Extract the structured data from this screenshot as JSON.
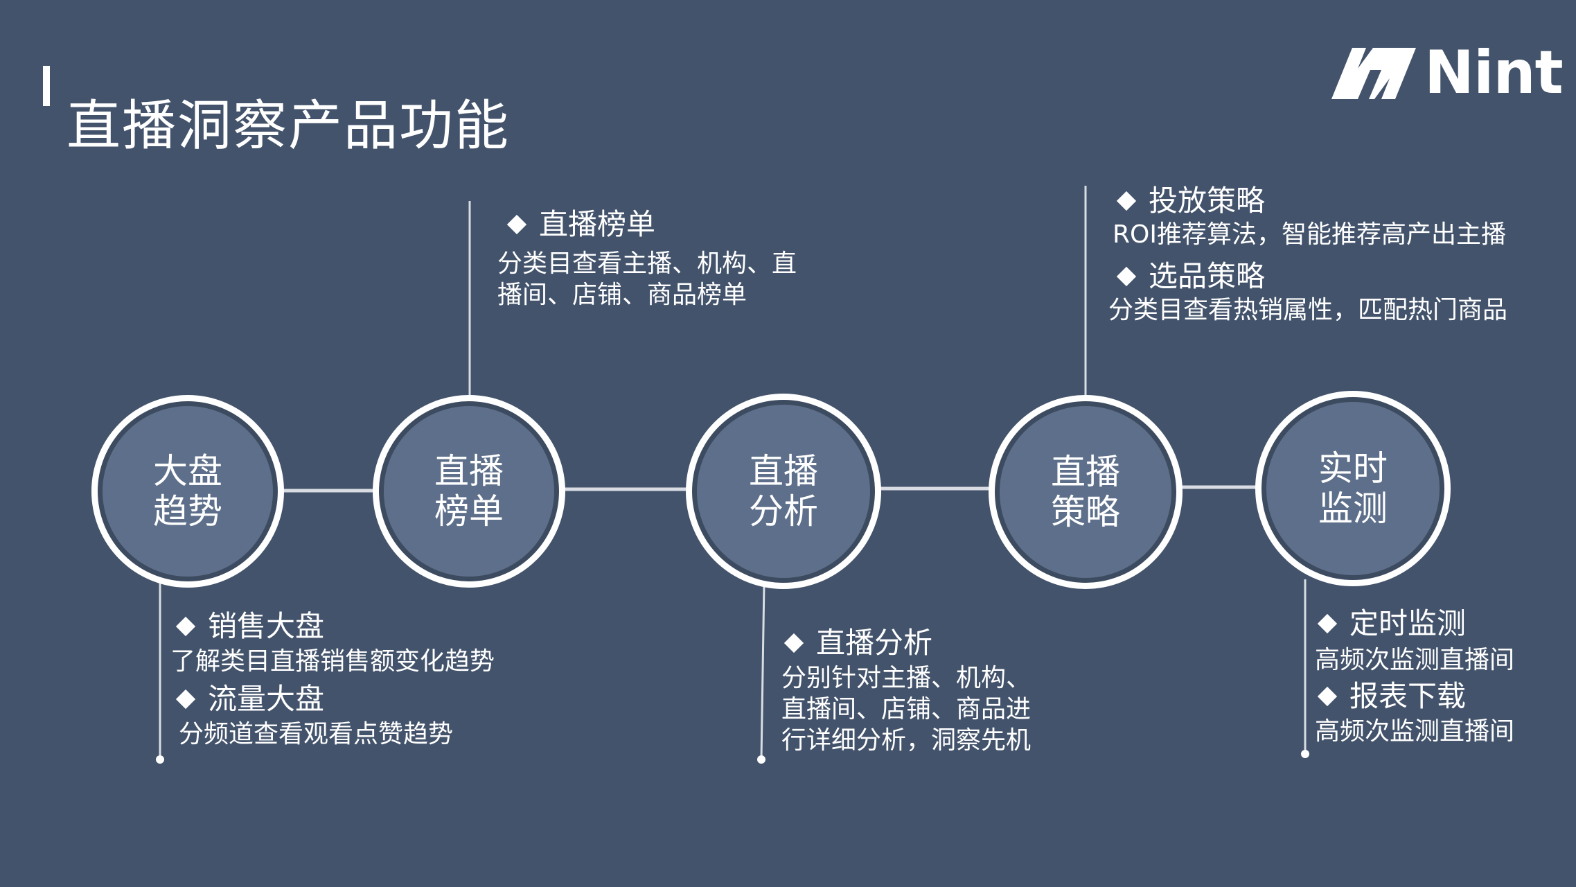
{
  "page": {
    "title": "直播洞察产品功能"
  },
  "logo": {
    "text": "Nint",
    "icon": "nint-logo-icon"
  },
  "colors": {
    "background": "#43536b",
    "node_fill": "#5d6f8a",
    "accent": "#ffffff"
  },
  "nodes": [
    {
      "label": "大盘趋势"
    },
    {
      "label": "直播榜单"
    },
    {
      "label": "直播分析"
    },
    {
      "label": "直播策略"
    },
    {
      "label": "实时监测"
    }
  ],
  "callouts": {
    "dapan": {
      "items": [
        {
          "heading": "销售大盘",
          "lines": [
            "了解类目直播销售额变化趋势"
          ]
        },
        {
          "heading": "流量大盘",
          "lines": [
            "分频道查看观看点赞趋势"
          ]
        }
      ]
    },
    "bangdan": {
      "items": [
        {
          "heading": "直播榜单",
          "lines": [
            "分类目查看主播、机构、直",
            "播间、店铺、商品榜单"
          ]
        }
      ]
    },
    "fenxi": {
      "items": [
        {
          "heading": "直播分析",
          "lines": [
            "分别针对主播、机构、",
            "直播间、店铺、商品进",
            "行详细分析，洞察先机"
          ]
        }
      ]
    },
    "celue": {
      "items": [
        {
          "heading": "投放策略",
          "lines": [
            "ROI推荐算法，智能推荐高产出主播"
          ]
        },
        {
          "heading": "选品策略",
          "lines": [
            "分类目查看热销属性，匹配热门商品"
          ]
        }
      ]
    },
    "jiance": {
      "items": [
        {
          "heading": "定时监测",
          "lines": [
            "高频次监测直播间"
          ]
        },
        {
          "heading": "报表下载",
          "lines": [
            "高频次监测直播间"
          ]
        }
      ]
    }
  }
}
